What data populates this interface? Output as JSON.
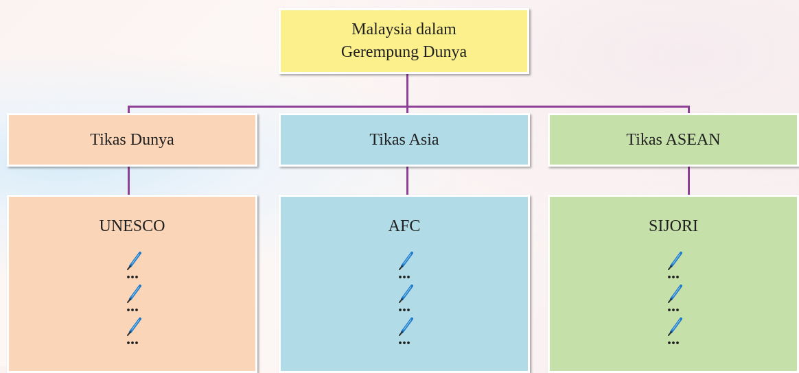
{
  "root": {
    "line1": "Malaysia dalam",
    "line2": "Gerempung Dunya"
  },
  "levels": [
    {
      "label": "Tikas Dunya",
      "organisation": "UNESCO",
      "placeholder": "..."
    },
    {
      "label": "Tikas Asia",
      "organisation": "AFC",
      "placeholder": "..."
    },
    {
      "label": "Tikas ASEAN",
      "organisation": "SIJORI",
      "placeholder": "..."
    }
  ],
  "colors": {
    "root": "#fbf08c",
    "dunya": "#fad5b7",
    "asia": "#b0dbe7",
    "asean": "#c5e0a9",
    "connector": "#8e3f96"
  },
  "icons": {
    "write_slot": "pen-icon"
  }
}
